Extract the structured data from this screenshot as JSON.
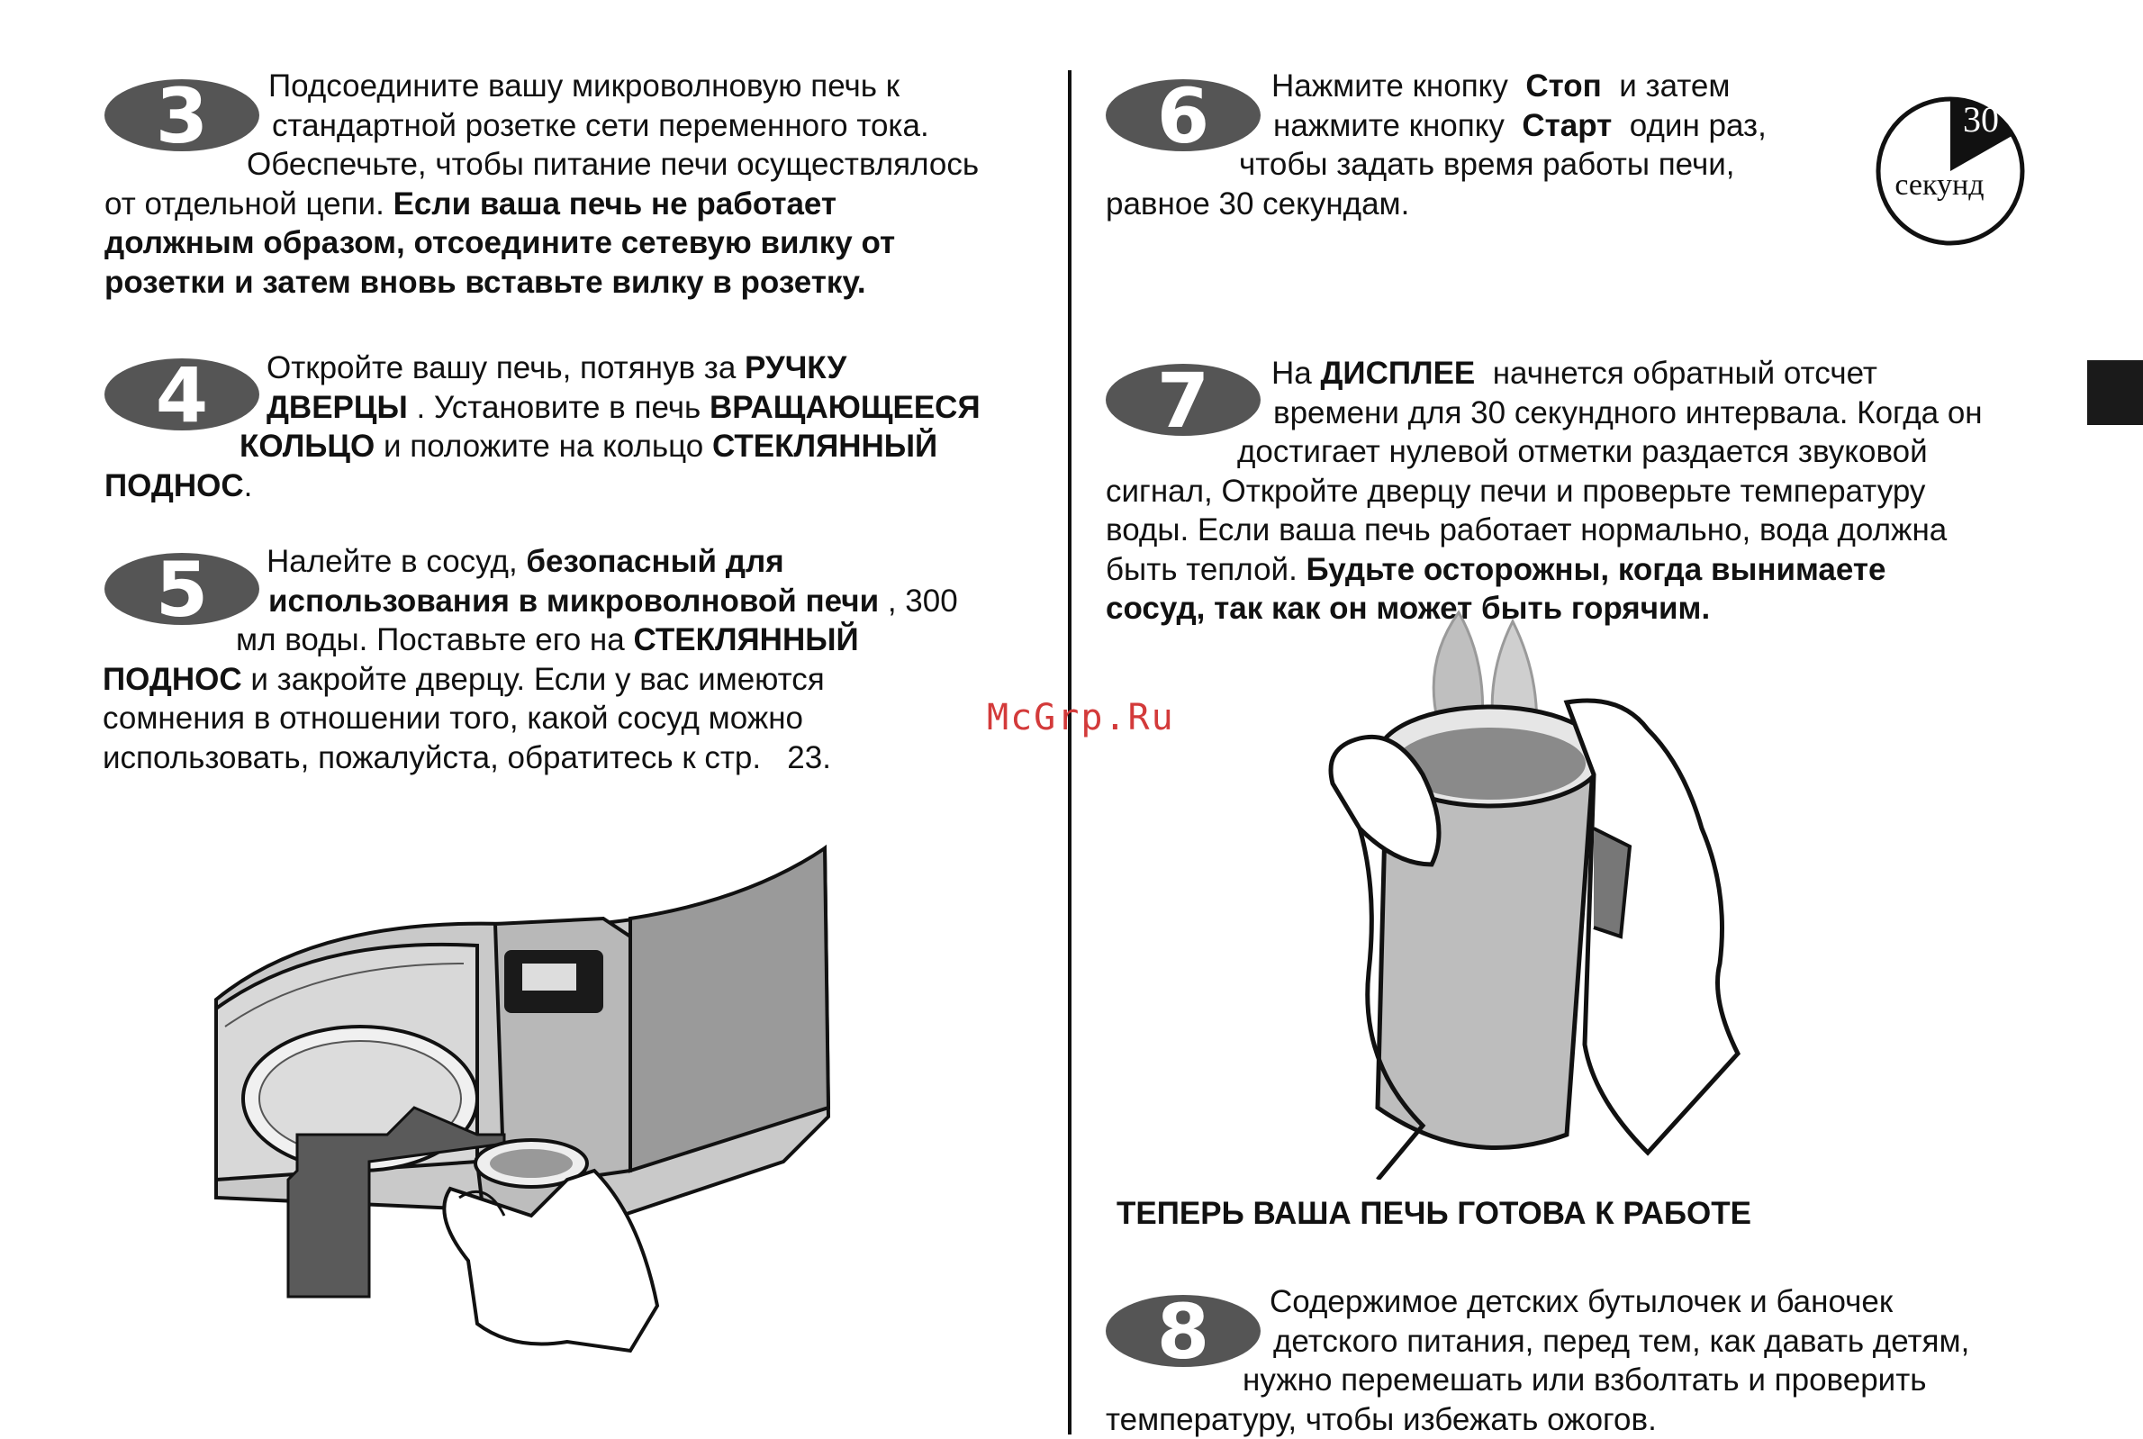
{
  "steps": {
    "s3": {
      "number": "3",
      "l1": "Подсоедините вашу микроволновую печь к",
      "l2": "стандартной розетке сети переменного тока.",
      "l3": "Обеспечьте, чтобы питание печи осуществлялось",
      "l4a": "от отдельной цепи.",
      "l4b": "Если ваша печь не работает",
      "l5": "должным образом, отсоедините сетевую вилку от",
      "l6": "розетки и затем вновь вставьте вилку в розетку."
    },
    "s4": {
      "number": "4",
      "l1a": "Откройте вашу печь, потянув за",
      "l1b": "РУЧКУ",
      "l2a": "ДВЕРЦЫ",
      "l2b": ". Установите в печь",
      "l2c": "ВРАЩАЮЩЕЕСЯ",
      "l3a": "КОЛЬЦО",
      "l3b": "и положите на кольцо",
      "l3c": "СТЕКЛЯННЫЙ",
      "l4a": "ПОДНОС",
      "l4b": "."
    },
    "s5": {
      "number": "5",
      "l1a": "Налейте в сосуд,",
      "l1b": "безопасный для",
      "l2a": "использования в микроволновой печи",
      "l2b": ", 300",
      "l3a": "мл воды. Поставьте его на",
      "l3b": "СТЕКЛЯННЫЙ",
      "l4a": "ПОДНОС",
      "l4b": "и закройте дверцу. Если у вас имеются",
      "l5": "сомнения в отношении того, какой сосуд можно",
      "l6a": "использовать, пожалуйста, обратитесь к стр.",
      "l6b": "23."
    },
    "s6": {
      "number": "6",
      "l1a": "Нажмите кнопку",
      "l1b": "Стоп",
      "l1c": "и затем",
      "l2a": "нажмите кнопку",
      "l2b": "Старт",
      "l2c": "один раз,",
      "l3": "чтобы задать время работы печи,",
      "l4": "равное 30 секундам."
    },
    "s7": {
      "number": "7",
      "l1a": "На",
      "l1b": "ДИСПЛЕЕ",
      "l1c": "начнется обратный отсчет",
      "l2": "времени для 30 секундного интервала. Когда он",
      "l3": "достигает нулевой отметки раздается звуковой",
      "l4": "сигнал, Откройте дверцу печи и проверьте температуру",
      "l5": "воды. Если ваша печь работает нормально, вода должна",
      "l6a": "быть теплой.",
      "l6b": "Будьте осторожны, когда вынимаете",
      "l7": "сосуд, так как он может быть горячим."
    },
    "s8": {
      "number": "8",
      "l1": "Содержимое детских бутылочек и баночек",
      "l2": "детского питания, перед тем, как давать детям,",
      "l3": "нужно перемешать или взболтать и проверить",
      "l4": "температуру, чтобы избежать ожогов."
    }
  },
  "timer": {
    "value": "30",
    "unit": "секунд"
  },
  "ready_heading": "ТЕПЕРЬ ВАША ПЕЧЬ ГОТОВА К РАБОТЕ",
  "watermark": "McGrp.Ru"
}
